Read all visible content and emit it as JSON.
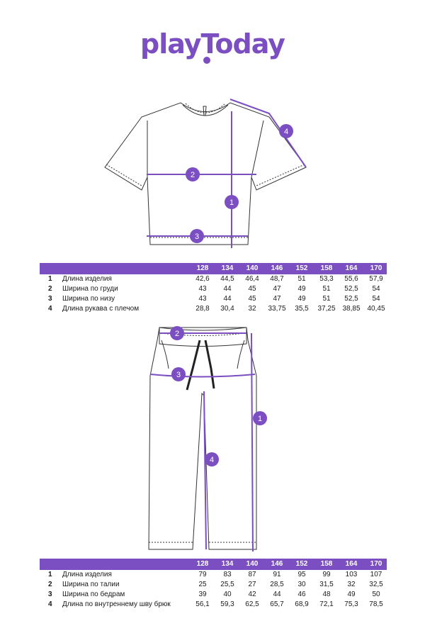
{
  "brand": {
    "logo_text": "playToday",
    "color": "#7b4fc1"
  },
  "top_table": {
    "sizes": [
      "128",
      "134",
      "140",
      "146",
      "152",
      "158",
      "164",
      "170"
    ],
    "rows": [
      {
        "num": "1",
        "label": "Длина изделия",
        "values": [
          "42,6",
          "44,5",
          "46,4",
          "48,7",
          "51",
          "53,3",
          "55,6",
          "57,9"
        ]
      },
      {
        "num": "2",
        "label": "Ширина по груди",
        "values": [
          "43",
          "44",
          "45",
          "47",
          "49",
          "51",
          "52,5",
          "54"
        ]
      },
      {
        "num": "3",
        "label": "Ширина по низу",
        "values": [
          "43",
          "44",
          "45",
          "47",
          "49",
          "51",
          "52,5",
          "54"
        ]
      },
      {
        "num": "4",
        "label": "Длина рукава с плечом",
        "values": [
          "28,8",
          "30,4",
          "32",
          "33,75",
          "35,5",
          "37,25",
          "38,85",
          "40,45"
        ]
      }
    ]
  },
  "bottom_table": {
    "sizes": [
      "128",
      "134",
      "140",
      "146",
      "152",
      "158",
      "164",
      "170"
    ],
    "rows": [
      {
        "num": "1",
        "label": "Длина изделия",
        "values": [
          "79",
          "83",
          "87",
          "91",
          "95",
          "99",
          "103",
          "107"
        ]
      },
      {
        "num": "2",
        "label": "Ширина по талии",
        "values": [
          "25",
          "25,5",
          "27",
          "28,5",
          "30",
          "31,5",
          "32",
          "32,5"
        ]
      },
      {
        "num": "3",
        "label": "Ширина по бедрам",
        "values": [
          "39",
          "40",
          "42",
          "44",
          "46",
          "48",
          "49",
          "50"
        ]
      },
      {
        "num": "4",
        "label": "Длина по внутреннему шву брюк",
        "values": [
          "56,1",
          "59,3",
          "62,5",
          "65,7",
          "68,9",
          "72,1",
          "75,3",
          "78,5"
        ]
      }
    ]
  },
  "tshirt_markers": [
    "1",
    "2",
    "3",
    "4"
  ],
  "pants_markers": [
    "1",
    "2",
    "3",
    "4"
  ]
}
